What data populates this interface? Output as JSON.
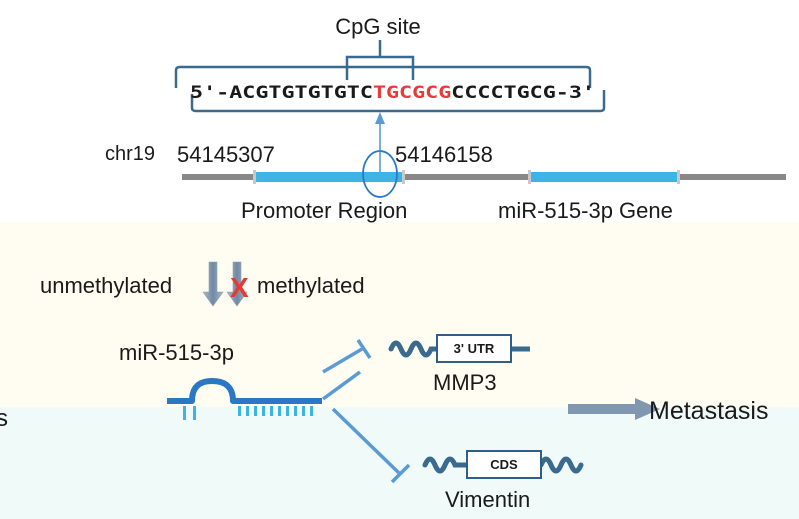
{
  "cpg_label": "CpG site",
  "sequence": {
    "prefix": "5'-ACGTGTGTGTC",
    "cpg": "TGCGCG",
    "suffix": "CCCCTGCG-3'"
  },
  "chromosome": {
    "name": "chr19",
    "start": "54145307",
    "end": "54146158"
  },
  "regions": {
    "promoter": "Promoter Region",
    "gene": "miR-515-3p Gene"
  },
  "methylation": {
    "unmethylated": "unmethylated",
    "methylated": "methylated",
    "blocked_mark": "X"
  },
  "mirna_label": "miR-515-3p",
  "targets": {
    "mmp3": {
      "site": "3' UTR",
      "name": "MMP3"
    },
    "vimentin": {
      "site": "CDS",
      "name": "Vimentin"
    }
  },
  "outcome": "Metastasis",
  "left_edge_text": "s",
  "colors": {
    "accent_blue": "#2a78c4",
    "light_blue": "#3cb4e6",
    "box_blue": "#3a6b8f",
    "arrow_gray": "#7f98b0",
    "chromosome_gray": "#888888",
    "cpg_red": "#e83a3a",
    "cross_red": "#e53935",
    "connector": "#5b9bd5"
  }
}
